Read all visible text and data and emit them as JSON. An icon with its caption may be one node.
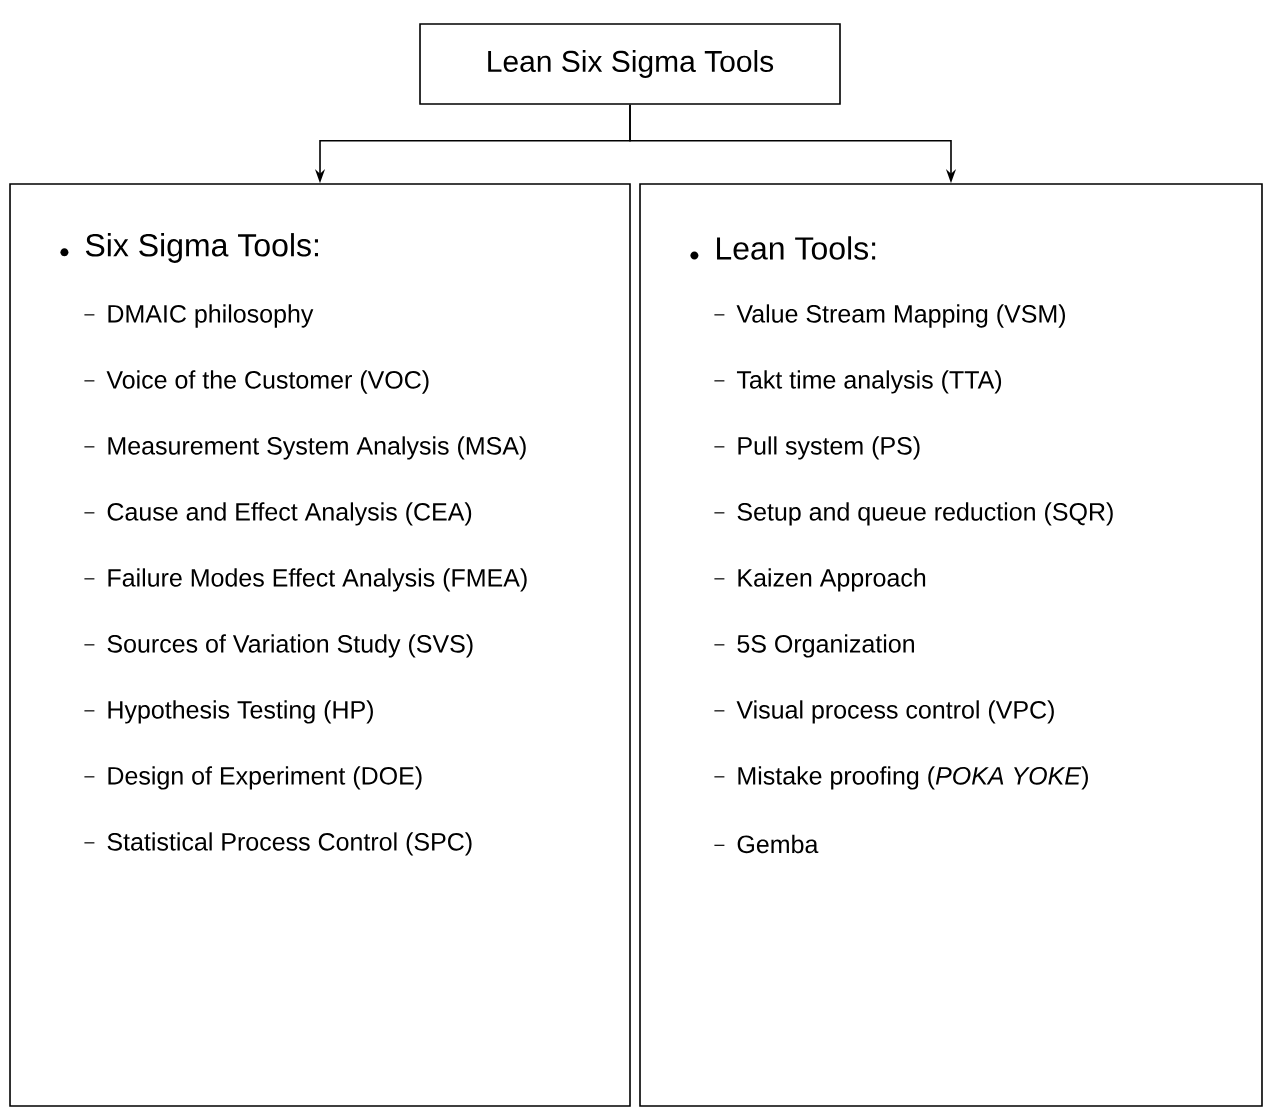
{
  "diagram": {
    "nodes": [
      {
        "text": [
          "Lean Six Sigma Tools"
        ]
      },
      {
        "text": [
          "Six Sigma Tools:",
          "DMAIC philosophy",
          "Voice of the Customer (VOC)",
          "Measurement System Analysis (MSA)",
          "Cause and Effect Analysis (CEA)",
          "Failure Modes Effect Analysis (FMEA)",
          "Sources of Variation Study (SVS)",
          "Hypothesis Testing (HP)",
          "Design of Experiment (DOE)",
          "Statistical Process Control (SPC)"
        ]
      },
      {
        "text": [
          "Lean Tools:",
          "Value Stream Mapping (VSM)",
          "Takt time analysis (TTA)",
          "Pull system (PS)",
          "Setup and queue reduction (SQR)",
          "Kaizen Approach",
          "5S Organization",
          "Visual process control (VPC)",
          "Mistake proofing (*POKA YOKE*)",
          "Gemba"
        ]
      }
    ],
    "edges": [
      {
        "from": 0,
        "to": 1,
        "arrow": "to"
      },
      {
        "from": 0,
        "to": 2,
        "arrow": "to"
      }
    ]
  }
}
